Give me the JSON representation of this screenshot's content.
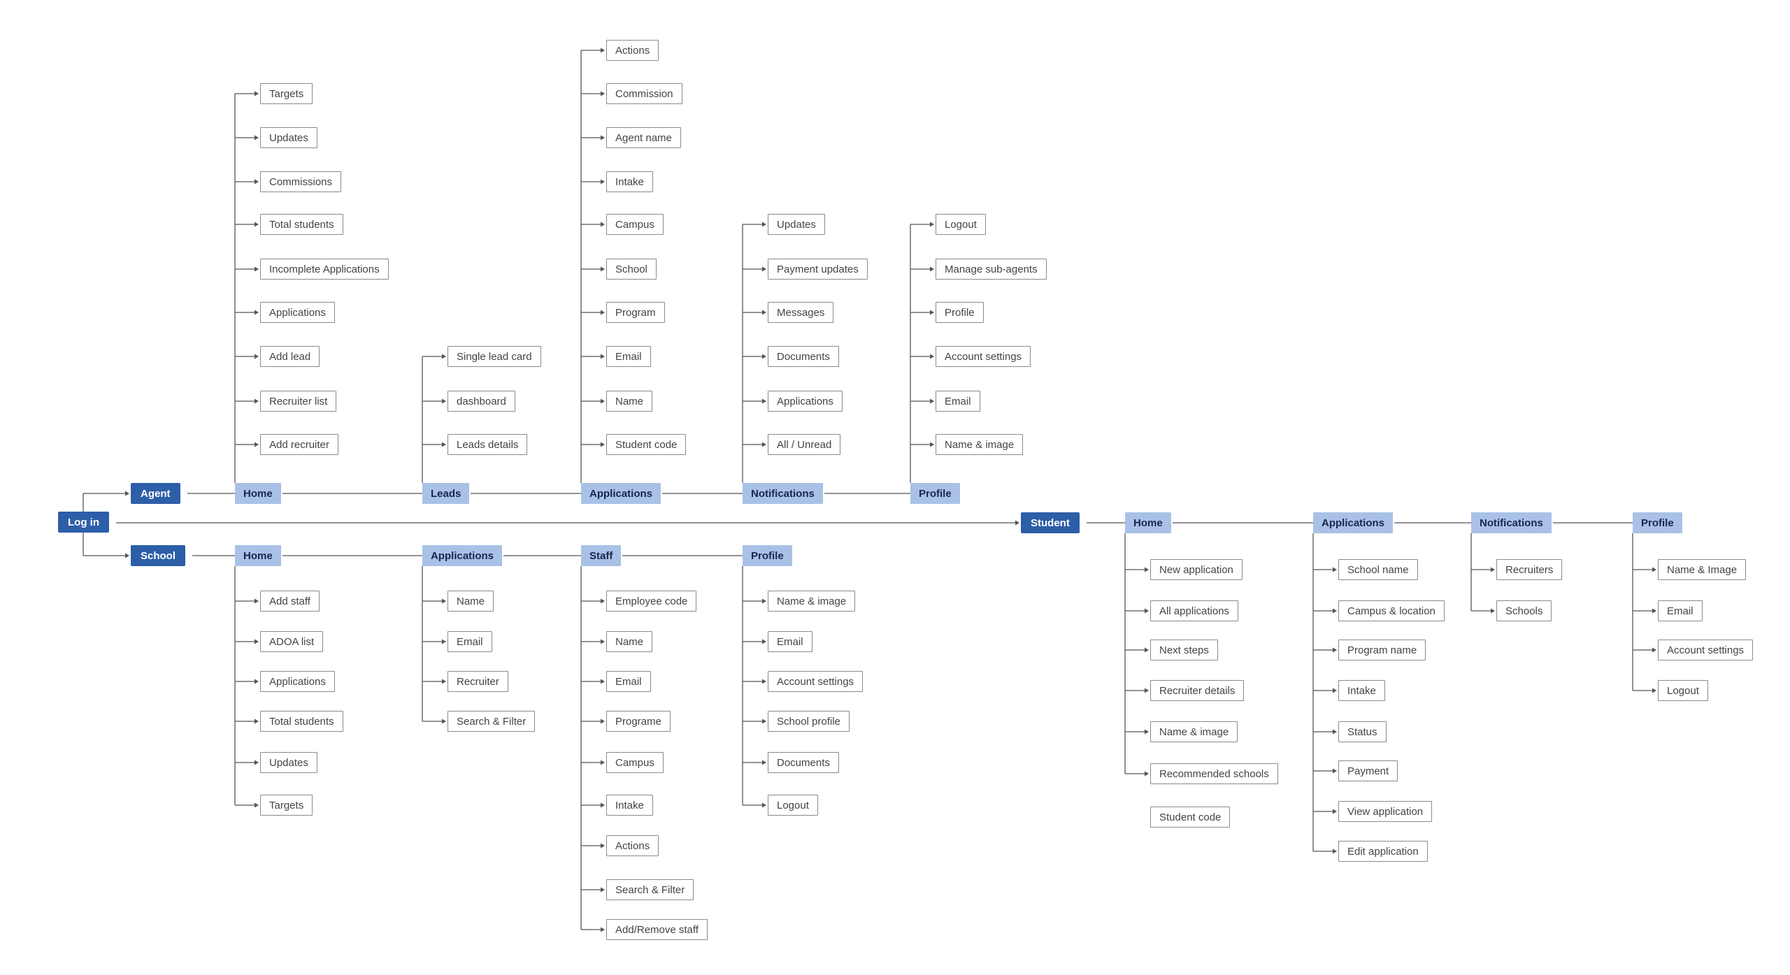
{
  "colors": {
    "role": "#2d5ea8",
    "section": "#a9c1e6",
    "line": "#555555",
    "leaf_border": "#8a8a8a"
  },
  "diagram": {
    "login": "Log in",
    "agent": {
      "label": "Agent",
      "sections": [
        {
          "label": "Home",
          "items": [
            "Targets",
            "Updates",
            "Commissions",
            "Total students",
            "Incomplete Applications",
            "Applications",
            "Add lead",
            "Recruiter list",
            "Add recruiter"
          ]
        },
        {
          "label": "Leads",
          "items": [
            "Single lead card",
            "dashboard",
            "Leads details"
          ]
        },
        {
          "label": "Applications",
          "items": [
            "Actions",
            "Commission",
            "Agent name",
            "Intake",
            "Campus",
            "School",
            "Program",
            "Email",
            "Name",
            "Student code"
          ]
        },
        {
          "label": "Notifications",
          "items": [
            "Updates",
            "Payment updates",
            "Messages",
            "Documents",
            "Applications",
            "All / Unread"
          ]
        },
        {
          "label": "Profile",
          "items": [
            "Logout",
            "Manage sub-agents",
            "Profile",
            "Account settings",
            "Email",
            "Name & image"
          ]
        }
      ]
    },
    "school": {
      "label": "School",
      "sections": [
        {
          "label": "Home",
          "items": [
            "Add staff",
            "ADOA list",
            "Applications",
            "Total students",
            "Updates",
            "Targets"
          ]
        },
        {
          "label": "Applications",
          "items": [
            "Name",
            "Email",
            "Recruiter",
            "Search & Filter"
          ]
        },
        {
          "label": "Staff",
          "items": [
            "Employee code",
            "Name",
            "Email",
            "Programe",
            "Campus",
            "Intake",
            "Actions",
            "Search & Filter",
            "Add/Remove staff"
          ]
        },
        {
          "label": "Profile",
          "items": [
            "Name & image",
            "Email",
            "Account settings",
            "School profile",
            "Documents",
            "Logout"
          ]
        }
      ]
    },
    "student": {
      "label": "Student",
      "sections": [
        {
          "label": "Home",
          "items": [
            "New application",
            "All applications",
            "Next steps",
            "Recruiter details",
            "Name & image",
            "Recommended schools"
          ],
          "extra": "Student code"
        },
        {
          "label": "Applications",
          "items": [
            "School name",
            "Campus & location",
            "Program name",
            "Intake",
            "Status",
            "Payment",
            "View application",
            "Edit application"
          ]
        },
        {
          "label": "Notifications",
          "items": [
            "Recruiters",
            "Schools"
          ]
        },
        {
          "label": "Profile",
          "items": [
            "Name & Image",
            "Email",
            "Account settings",
            "Logout"
          ]
        }
      ]
    }
  }
}
